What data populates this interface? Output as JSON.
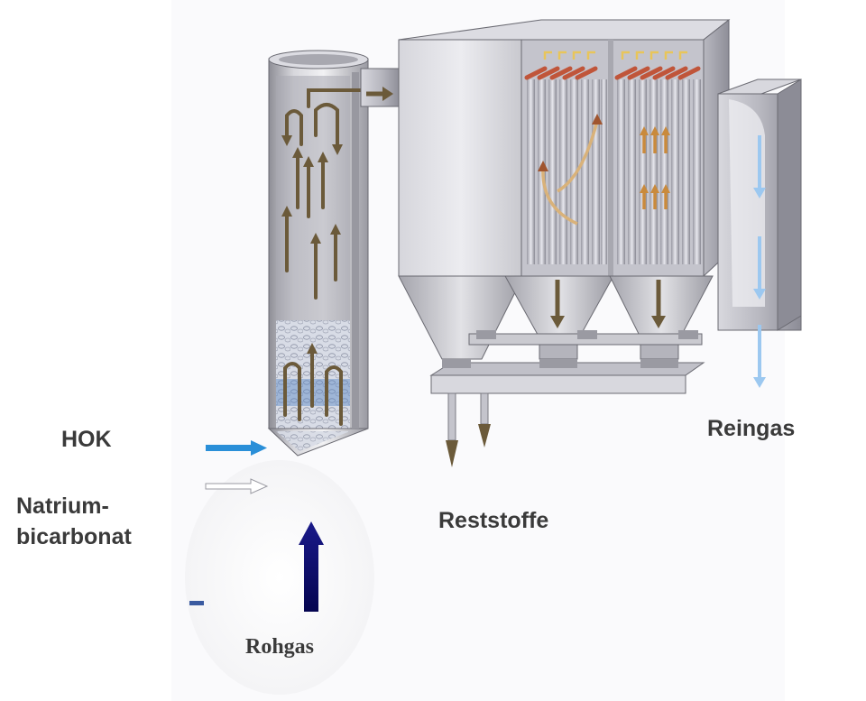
{
  "labels": {
    "hok": "HOK",
    "natrium_line1": "Natrium-",
    "natrium_line2": "bicarbonat",
    "reststoffe": "Reststoffe",
    "reingas": "Reingas",
    "rohgas": "Rohgas"
  },
  "colors": {
    "metal_light": "#e6e6ea",
    "metal_mid": "#bdbdc4",
    "metal_dark": "#8c8c94",
    "flow_brown": "#6b5a3a",
    "hok_blue": "#2a8fd8",
    "rohgas_navy": "#0a0a6e",
    "reingas_lightblue": "#9cc8f0",
    "bag_red": "#c0553a",
    "bag_yellow": "#e8c55a"
  },
  "icons": {
    "hok_arrow": "arrow-right-blue-icon",
    "natrium_arrow": "arrow-right-outline-icon",
    "rohgas_arrow": "arrow-up-navy-icon",
    "reststoffe_arrows": "arrow-down-brown-icon",
    "reingas_arrows": "arrow-down-lightblue-icon"
  }
}
